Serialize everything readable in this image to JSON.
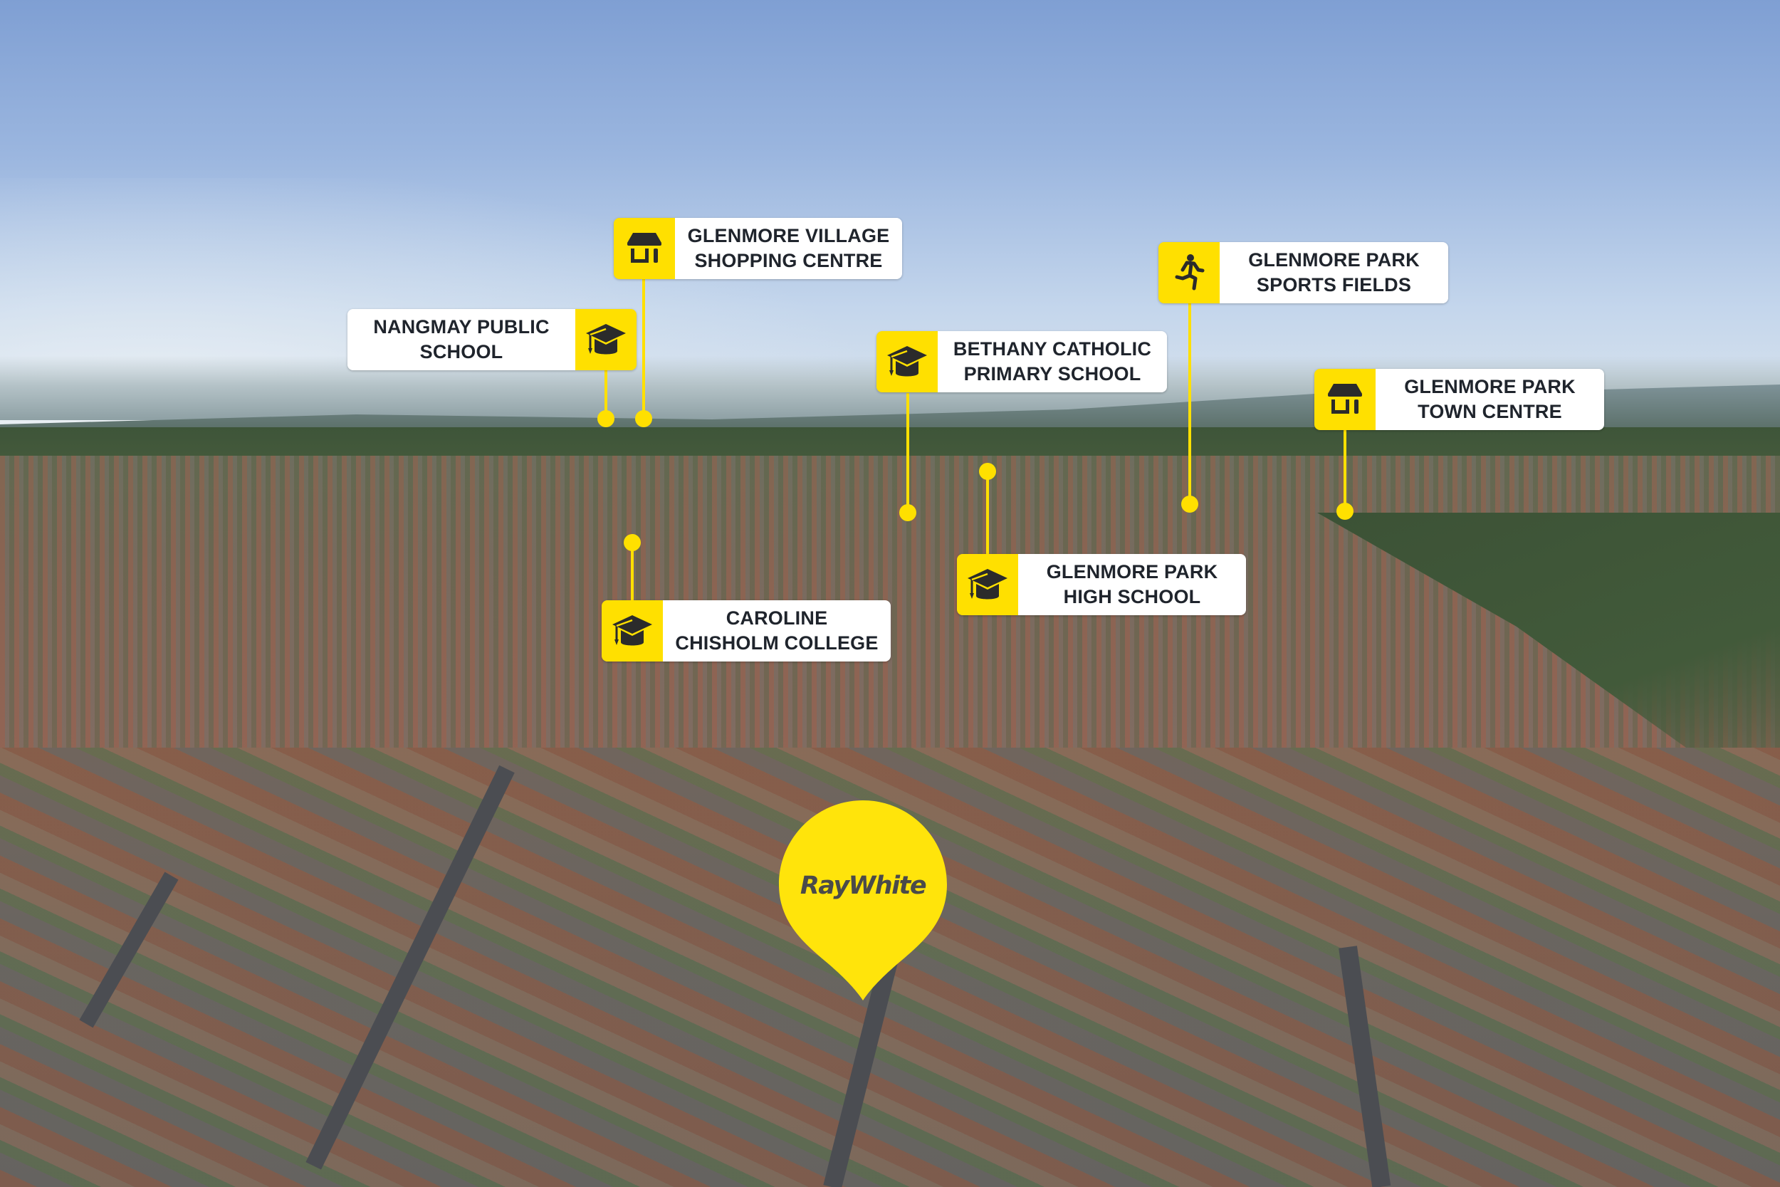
{
  "image": {
    "title": "Aerial view of Glenmore Park with nearby amenities",
    "colors": {
      "accent_yellow": "#ffe000",
      "label_background": "#ffffff",
      "label_text": "#1f242c",
      "icon_color": "#2b2b2b",
      "brand_text": "#4a4a4a"
    }
  },
  "brand": {
    "name": "RayWhite",
    "marker_icon": "location-pin-icon"
  },
  "callouts": [
    {
      "id": "glenmore-village-shopping-centre",
      "label": "GLENMORE VILLAGE\nSHOPPING CENTRE",
      "icon": "shop-icon",
      "icon_side": "left",
      "category": "shopping"
    },
    {
      "id": "nangmay-public-school",
      "label": "NANGMAY PUBLIC\nSCHOOL",
      "icon": "graduation-cap-icon",
      "icon_side": "right",
      "category": "school"
    },
    {
      "id": "bethany-catholic-primary-school",
      "label": "BETHANY CATHOLIC\nPRIMARY SCHOOL",
      "icon": "graduation-cap-icon",
      "icon_side": "left",
      "category": "school"
    },
    {
      "id": "glenmore-park-sports-fields",
      "label": "GLENMORE PARK\nSPORTS FIELDS",
      "icon": "running-person-icon",
      "icon_side": "left",
      "category": "sport"
    },
    {
      "id": "glenmore-park-town-centre",
      "label": "GLENMORE PARK\nTOWN CENTRE",
      "icon": "shop-icon",
      "icon_side": "left",
      "category": "shopping"
    },
    {
      "id": "glenmore-park-high-school",
      "label": "GLENMORE PARK\nHIGH SCHOOL",
      "icon": "graduation-cap-icon",
      "icon_side": "left",
      "category": "school"
    },
    {
      "id": "caroline-chisholm-college",
      "label": "CAROLINE\nCHISHOLM COLLEGE",
      "icon": "graduation-cap-icon",
      "icon_side": "left",
      "category": "school"
    }
  ]
}
